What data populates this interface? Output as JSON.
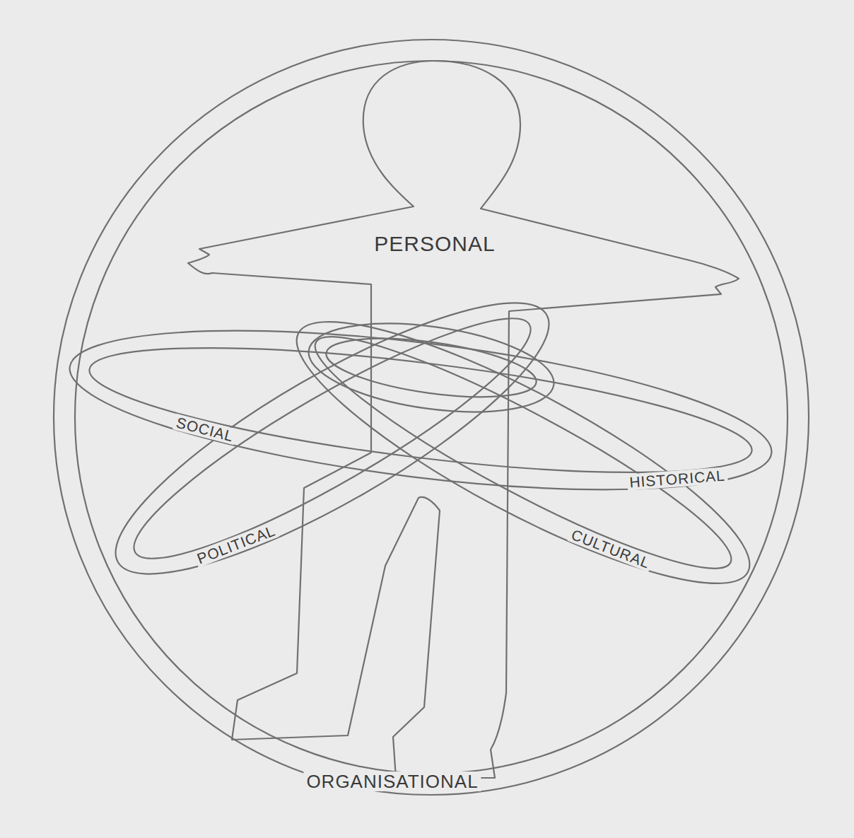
{
  "diagram": {
    "nodes": [
      {
        "text": [
          "ORGANISATIONAL"
        ]
      },
      {
        "text": [
          "PERSONAL"
        ],
        "in": 0
      }
    ],
    "labels": [
      "SOCIAL",
      "HISTORICAL",
      "POLITICAL",
      "CULTURAL"
    ]
  }
}
